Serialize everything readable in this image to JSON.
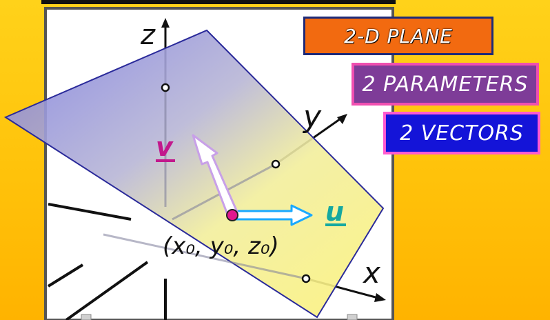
{
  "tags": {
    "plane": "2-D PLANE",
    "parameters": "2 PARAMETERS",
    "vectors": "2 VECTORS"
  },
  "axes": {
    "z": "z",
    "y": "y",
    "x": "x"
  },
  "vectors": {
    "v": "v",
    "u": "u"
  },
  "point": {
    "label": "(x₀, y₀, z₀)"
  },
  "colors": {
    "background": "#ffc20a",
    "plane_blue": "#8c8ce6",
    "plane_yellow": "#fcf58a",
    "v_label": "#c2188c",
    "u_label": "#15a8a0",
    "tag_plane": "#f26a10",
    "tag_parameters": "#7e3c98",
    "tag_vectors": "#1414d8"
  }
}
